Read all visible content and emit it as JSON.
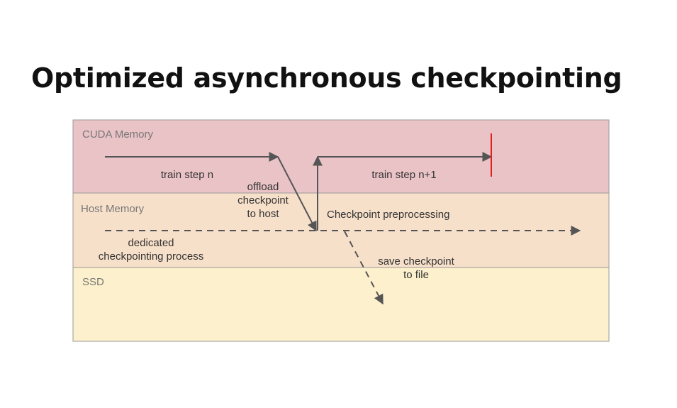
{
  "title": "Optimized asynchronous checkpointing",
  "colors": {
    "cuda": "#eac3c6",
    "host": "#f7e0ca",
    "ssd": "#fdf0cc",
    "line": "#555555",
    "marker": "#e02020",
    "border": "#999999"
  },
  "bands": {
    "cuda": "CUDA Memory",
    "host": "Host Memory",
    "ssd": "SSD"
  },
  "labels": {
    "train_n": "train step n",
    "train_n1": "train step n+1",
    "offload": [
      "offload",
      "checkpoint",
      "to host"
    ],
    "preprocess": "Checkpoint preprocessing",
    "dedicated": [
      "dedicated",
      "checkpointing process"
    ],
    "save": [
      "save checkpoint",
      "to file"
    ]
  }
}
